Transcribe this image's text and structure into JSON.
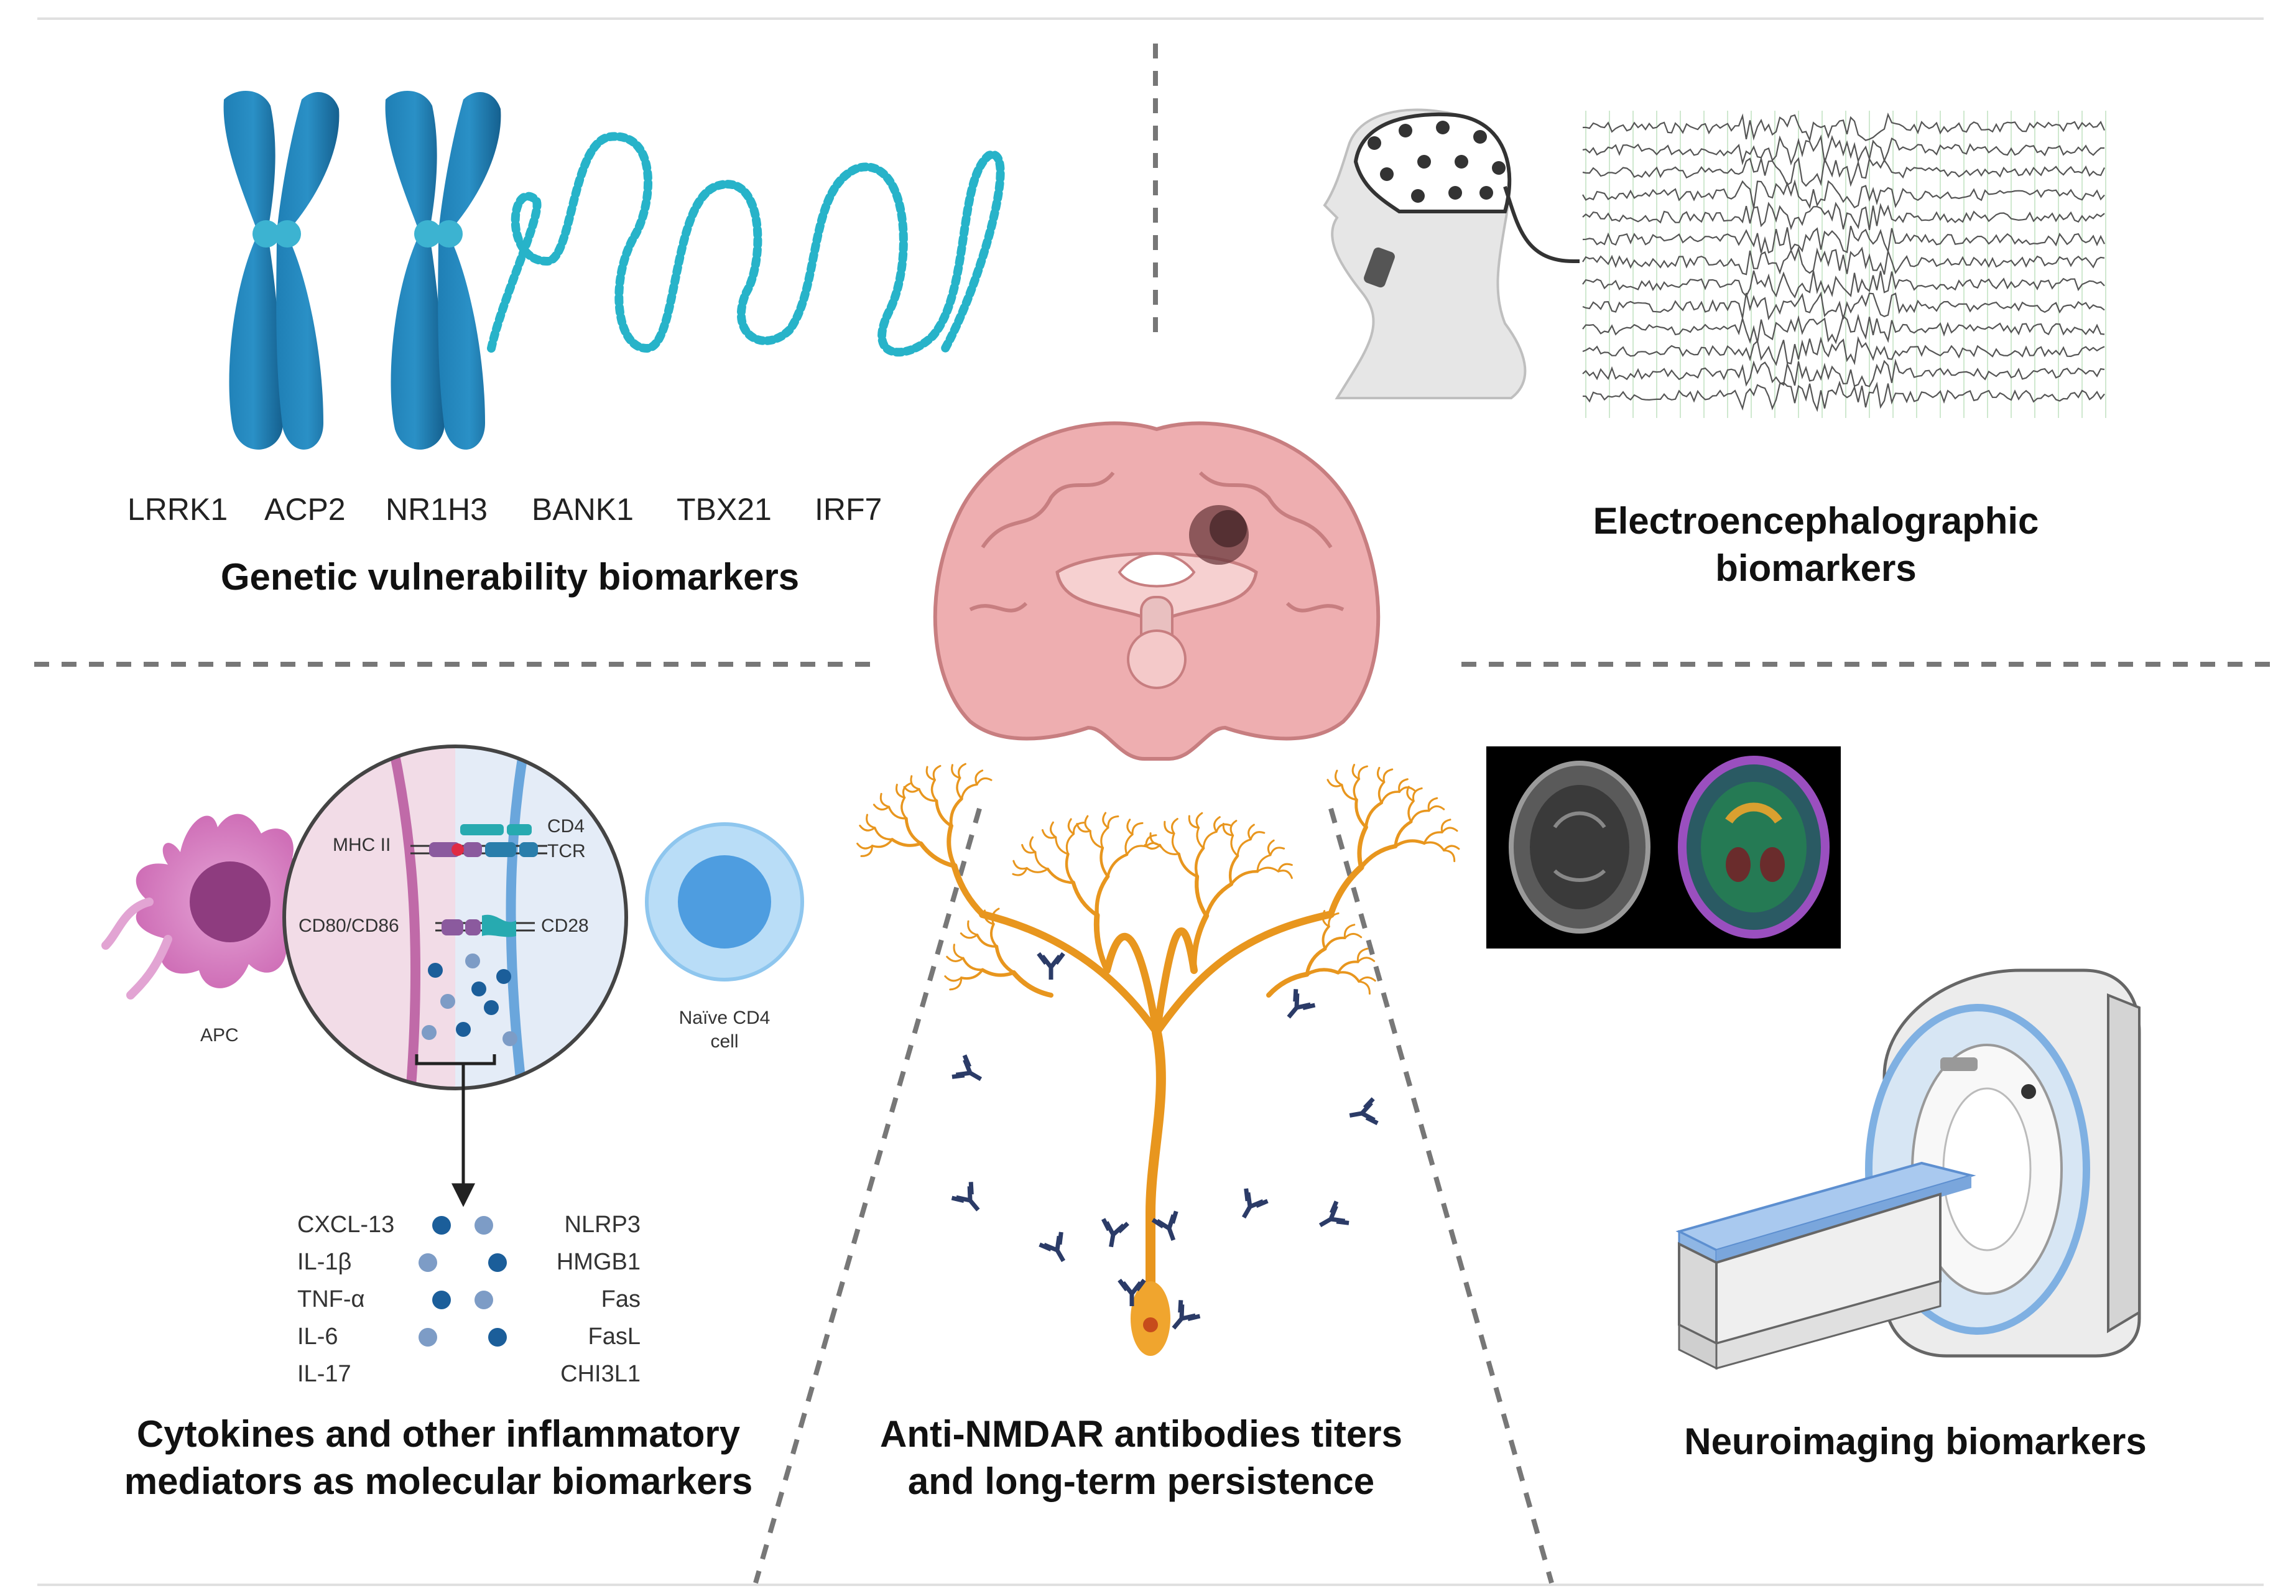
{
  "genetic": {
    "genes": [
      "LRRK1",
      "ACP2",
      "NR1H3",
      "BANK1",
      "TBX21",
      "IRF7"
    ],
    "title": "Genetic vulnerability biomarkers"
  },
  "eeg": {
    "title_line1": "Electroencephalographic",
    "title_line2": "biomarkers"
  },
  "cytokines": {
    "mhc_label": "MHC II",
    "cd4_label": "CD4",
    "tcr_label": "TCR",
    "cd80_label": "CD80/CD86",
    "cd28_label": "CD28",
    "apc_label": "APC",
    "naive_line1": "Naïve CD4",
    "naive_line2": "cell",
    "left_list": [
      "CXCL-13",
      "IL-1β",
      "TNF-α",
      "IL-6",
      "IL-17"
    ],
    "right_list": [
      "NLRP3",
      "HMGB1",
      "Fas",
      "FasL",
      "CHI3L1"
    ],
    "title_line1": "Cytokines and other inflammatory",
    "title_line2": "mediators as molecular biomarkers"
  },
  "nmdar": {
    "title_line1": "Anti-NMDAR antibodies titers",
    "title_line2": "and long-term persistence"
  },
  "neuro": {
    "title": "Neuroimaging biomarkers"
  },
  "colors": {
    "chromosome": "#1a6fa3",
    "dna": "#27b3c9",
    "neuron": "#e8961e",
    "apc": "#c760ad",
    "tcell": "#7cc0ec",
    "brain": "#eaa4a6",
    "divider": "#777777"
  }
}
